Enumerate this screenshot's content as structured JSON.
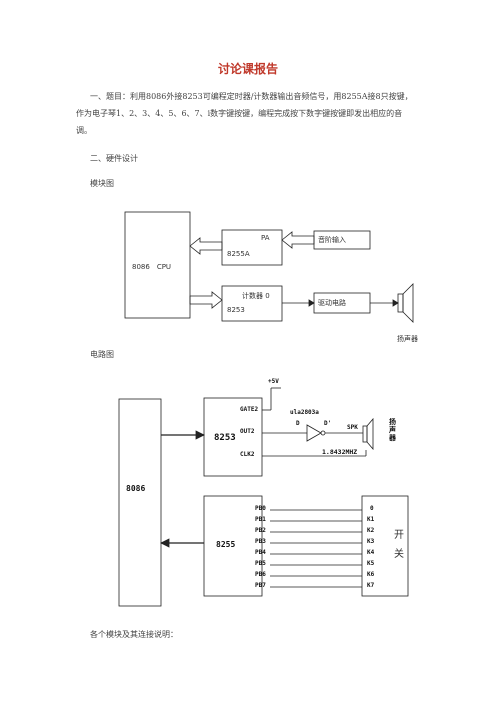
{
  "doc": {
    "title": "讨论课报告",
    "para1_line1": "一、题目：利用8086外接8253可编程定时器/计数器输出音频信号，用8255A接8只按键，",
    "para1_line2": "作为电子琴1、2、3、4、5、6、7、i数字键按键，编程完成按下数字键按键即发出相应的音",
    "para1_line3": "调。",
    "section2": "二、硬件设计",
    "block_label": "模块图",
    "circuit_label": "电路图",
    "bottom_text": "各个模块及其连接说明："
  },
  "block_diagram": {
    "cpu": "8086　CPU",
    "pa": "PA",
    "chip_8255a": "8255A",
    "counter0": "计数器 0",
    "chip_8253": "8253",
    "note_input": "音阶输入",
    "driver": "驱动电路",
    "speaker": "扬声器"
  },
  "circuit": {
    "vcc": "+5V",
    "gate2": "GATE2",
    "out2": "OUT2",
    "clk2": "CLK2",
    "chip_8253": "8253",
    "buffer": "ula2803a",
    "d_in": "D",
    "d_out": "D'",
    "spk": "SPK",
    "speaker": "扬声器",
    "freq": "1.8432MHZ",
    "cpu": "8086",
    "chip_8255": "8255",
    "pb": [
      "PB0",
      "PB1",
      "PB2",
      "PB3",
      "PB4",
      "PB5",
      "PB6",
      "PB7"
    ],
    "keys": [
      "0",
      "K1",
      "K2",
      "K3",
      "K4",
      "K5",
      "K6",
      "K7"
    ],
    "switch": [
      "开",
      "关"
    ]
  }
}
